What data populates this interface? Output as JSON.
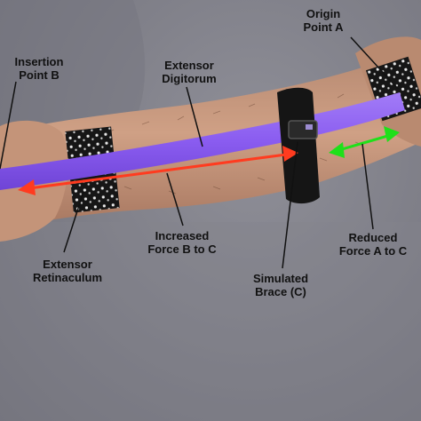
{
  "labels": {
    "origin": "Origin\nPoint A",
    "insertion": "Insertion\nPoint B",
    "extensor_digitorum": "Extensor\nDigitorum",
    "increased_force": "Increased\nForce B to C",
    "reduced_force": "Reduced\nForce A to C",
    "retinaculum": "Extensor\nRetinaculum",
    "brace": "Simulated\nBrace (C)"
  },
  "colors": {
    "band": "#8a5cf0",
    "increased_arrow": "#ff3b1f",
    "reduced_arrow": "#1fe01a",
    "skin": "#c99b80",
    "background": "#7f7f88",
    "strap": "#151515"
  },
  "icons": {
    "increased_arrow": "red-arrow-icon",
    "reduced_arrow": "green-arrow-icon"
  }
}
